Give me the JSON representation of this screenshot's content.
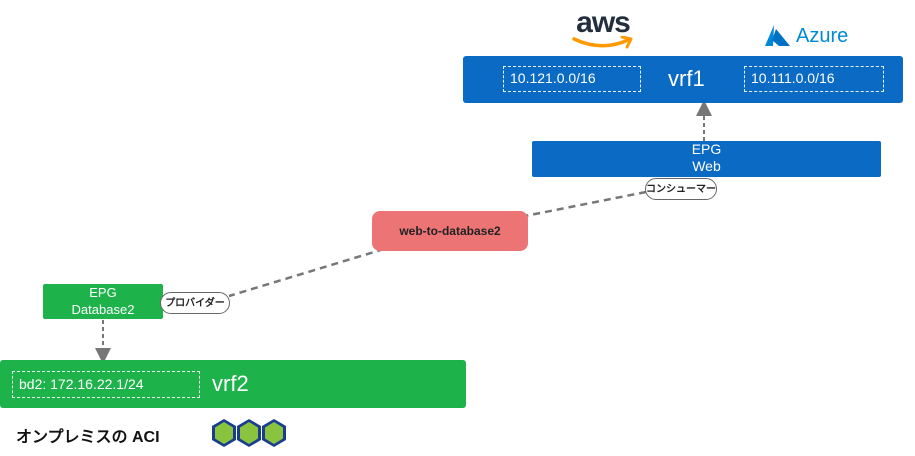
{
  "logos": {
    "aws": "aws",
    "azure": "Azure",
    "aci_logo_icon": "aci-logo-icon"
  },
  "cloud": {
    "vrf_label": "vrf1",
    "cidr_left": "10.121.0.0/16",
    "cidr_right": "10.111.0.0/16",
    "color": "#0b6bc4"
  },
  "epg_web": {
    "line1": "EPG",
    "line2": "Web"
  },
  "consumer_label": "コンシューマー",
  "contract_label": "web-to-database2",
  "contract_color": "#ec7475",
  "epg_db": {
    "line1": "EPG",
    "line2": "Database2"
  },
  "provider_label": "プロバイダー",
  "onprem": {
    "vrf_label": "vrf2",
    "bd": "bd2: 172.16.22.1/24",
    "color": "#1db34a",
    "caption": "オンプレミスの ACI"
  }
}
